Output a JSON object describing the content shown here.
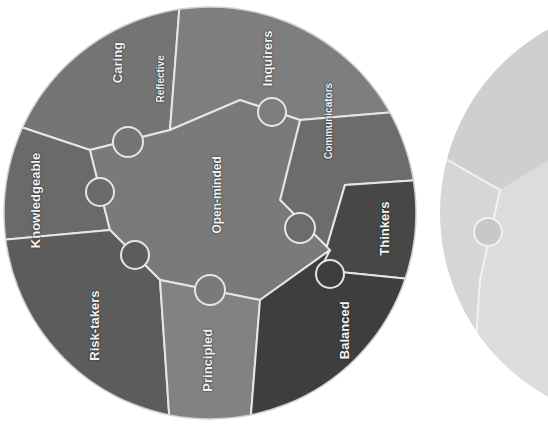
{
  "diagram": {
    "nodes": [
      {
        "text": [
          "Caring"
        ]
      },
      {
        "text": [
          "Inquirers"
        ]
      },
      {
        "text": [
          "Reflective"
        ]
      },
      {
        "text": [
          "Communicators"
        ]
      },
      {
        "text": [
          "Knowledgeable"
        ]
      },
      {
        "text": [
          "Open-minded"
        ]
      },
      {
        "text": [
          "Thinkers"
        ]
      },
      {
        "text": [
          "Risk-takers"
        ]
      },
      {
        "text": [
          "Balanced"
        ]
      },
      {
        "text": [
          "Principled"
        ]
      }
    ]
  }
}
